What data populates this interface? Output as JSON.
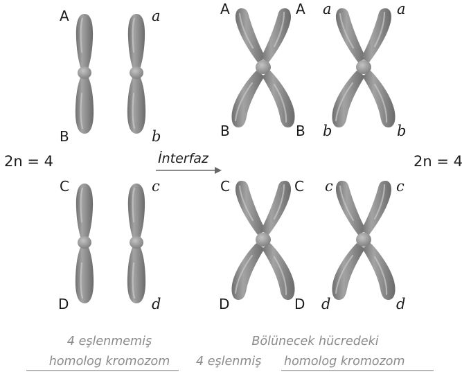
{
  "left_group": {
    "top_pair": {
      "left_labels": [
        "A",
        "B"
      ],
      "right_labels": [
        "a",
        "b"
      ]
    },
    "bottom_pair": {
      "left_labels": [
        "C",
        "D"
      ],
      "right_labels": [
        "c",
        "d"
      ]
    }
  },
  "right_group": {
    "top_row": {
      "first": {
        "left_labels": [
          "A",
          "B"
        ],
        "right_labels": [
          "A",
          "B"
        ]
      },
      "second": {
        "left_labels": [
          "a",
          "b"
        ],
        "right_labels": [
          "a",
          "b"
        ]
      }
    },
    "bottom_row": {
      "first": {
        "left_labels": [
          "C",
          "D"
        ],
        "right_labels": [
          "C",
          "D"
        ]
      },
      "second": {
        "left_labels": [
          "c",
          "d"
        ],
        "right_labels": [
          "c",
          "d"
        ]
      }
    }
  },
  "ploidy_left": "2n = 4",
  "ploidy_right": "2n = 4",
  "arrow_label": "İnterfaz",
  "caption_left": {
    "line1": "4 eşlenmemiş",
    "line2": "homolog kromozom"
  },
  "caption_right": {
    "line1": "Bölünecek hücredeki",
    "line2_prefix": "4 eşlenmiş",
    "line2_underlined": "homolog kromozom"
  },
  "colors": {
    "chromosome": "#8f8f8f",
    "chromosome_dark": "#6f6f6f",
    "highlight": "#c4c4c4",
    "text": "#1a1a1a",
    "caption": "#8a8a8a",
    "arrow": "#666666"
  }
}
